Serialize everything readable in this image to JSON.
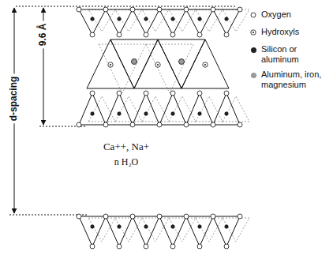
{
  "diagram": {
    "labels": [
      "9.6 Å",
      "d-spacing",
      "Ca++, Na+",
      "n H₂O"
    ],
    "legend": [
      {
        "text": "Oxygen"
      },
      {
        "text": "Hydroxyls"
      },
      {
        "text": "Silicon or aluminum",
        "color": "#222222"
      },
      {
        "text": "Aluminum, iron, magnesium",
        "color": "#9a9a9a"
      }
    ]
  }
}
